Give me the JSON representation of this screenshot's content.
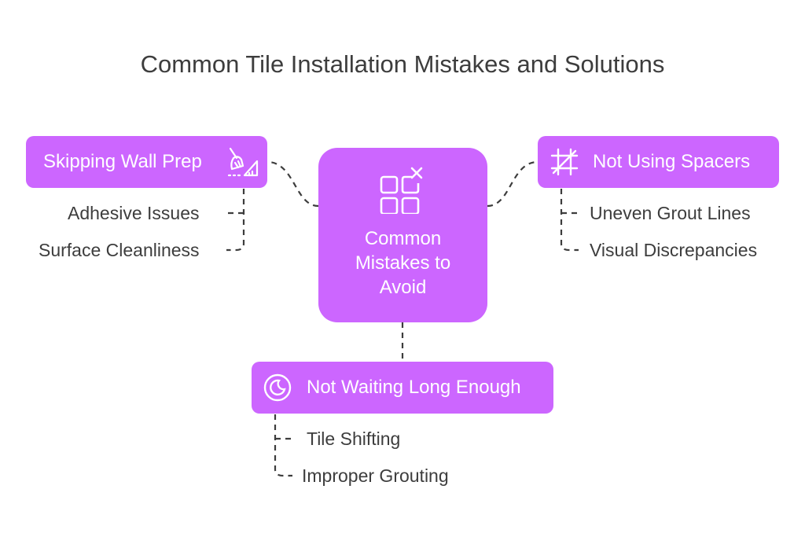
{
  "title": "Common Tile Installation Mistakes and Solutions",
  "center": {
    "label_lines": [
      "Common",
      "Mistakes to",
      "Avoid"
    ],
    "icon": "grid-check-icon"
  },
  "nodes": {
    "wall_prep": {
      "label": "Skipping Wall Prep",
      "icon": "brush-ruler-icon",
      "items": [
        "Adhesive Issues",
        "Surface Cleanliness"
      ]
    },
    "spacers": {
      "label": "Not Using Spacers",
      "icon": "tile-grid-icon",
      "items": [
        "Uneven Grout Lines",
        "Visual Discrepancies"
      ]
    },
    "waiting": {
      "label": "Not Waiting Long Enough",
      "icon": "moon-clock-icon",
      "items": [
        "Tile Shifting",
        "Improper Grouting"
      ]
    }
  },
  "colors": {
    "accent": "#cc66ff",
    "text": "#3d3d3d",
    "connector": "#3d3d3d"
  }
}
